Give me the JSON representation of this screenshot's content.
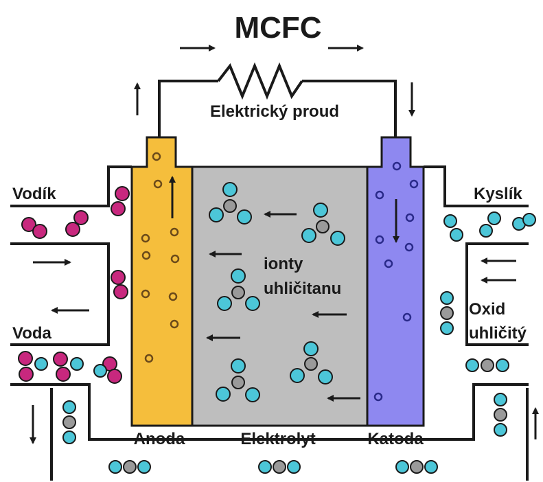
{
  "title": "MCFC",
  "labels": {
    "current": "Elektrický proud",
    "hydrogen": "Vodík",
    "water": "Voda",
    "oxygen": "Kyslík",
    "co2_line1": "Oxid",
    "co2_line2": "uhličitý",
    "ions_line1": "ionty",
    "ions_line2": "uhličitanu",
    "anode": "Anoda",
    "electrolyte": "Elektrolyt",
    "cathode": "Katoda"
  },
  "colors": {
    "anode": "#F5BE3C",
    "electrolyte": "#BEBEBE",
    "cathode": "#8E88F0",
    "hydrogen_atom": "#C8287E",
    "oxygen_atom": "#4CC6D8",
    "carbon_atom": "#9A9A9A",
    "outline": "#1a1a1a"
  }
}
